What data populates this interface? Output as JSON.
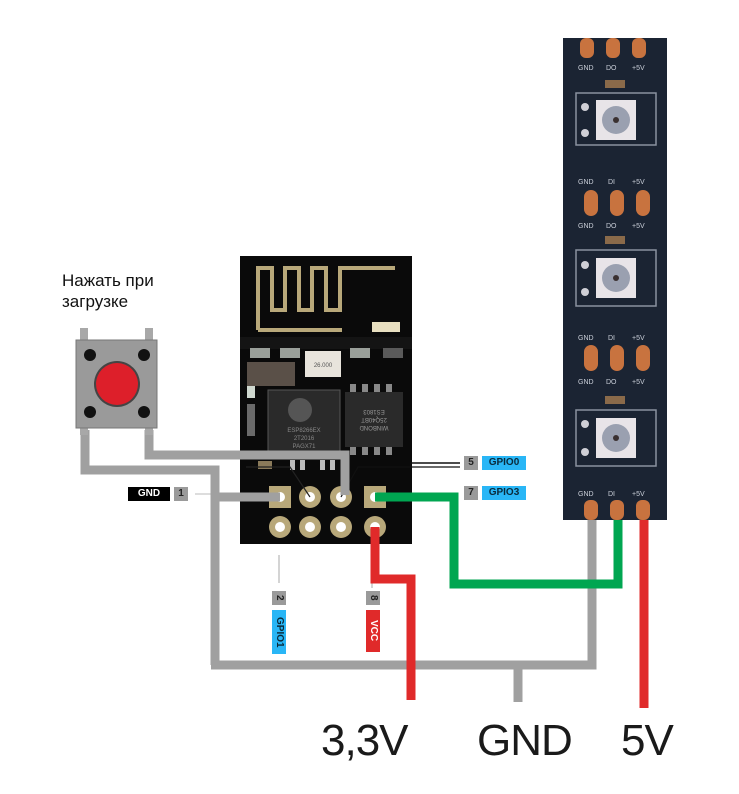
{
  "button": {
    "caption_line1": "Нажать при",
    "caption_line2": "загрузке"
  },
  "pins": {
    "p1": {
      "num": "1",
      "name": "GND",
      "color": "#000000",
      "text_color": "#ffffff"
    },
    "p2": {
      "num": "2",
      "name": "GPIO1",
      "color": "#29b6f6",
      "text_color": "#0a2a3a"
    },
    "p5": {
      "num": "5",
      "name": "GPIO0",
      "color": "#29b6f6",
      "text_color": "#0a2a3a"
    },
    "p7": {
      "num": "7",
      "name": "GPIO3",
      "color": "#29b6f6",
      "text_color": "#0a2a3a"
    },
    "p8": {
      "num": "8",
      "name": "VCC",
      "color": "#e02a2a",
      "text_color": "#ffffff"
    }
  },
  "module": {
    "chip_label": "ESP8266EX",
    "chip_label2": "2T2016",
    "chip_label3": "PAGX71",
    "flash_label": "WINBOND",
    "flash_label2": "25Q40BT",
    "flash_label3": "ES1803",
    "crystal_label": "26.000"
  },
  "led_strip": {
    "pad_labels": [
      "GND",
      "DI",
      "+5V"
    ],
    "pad_labels_out": [
      "GND",
      "DO",
      "+5V"
    ]
  },
  "rails": {
    "v33": "3,3V",
    "gnd": "GND",
    "v5": "5V"
  },
  "colors": {
    "wire_gnd": "#a0a0a0",
    "wire_data": "#00a651",
    "wire_power": "#e02a2a",
    "pcb": "#0a0a0a",
    "strip": "#1b2433",
    "pad": "#c8733f",
    "gold": "#b8a87a"
  }
}
